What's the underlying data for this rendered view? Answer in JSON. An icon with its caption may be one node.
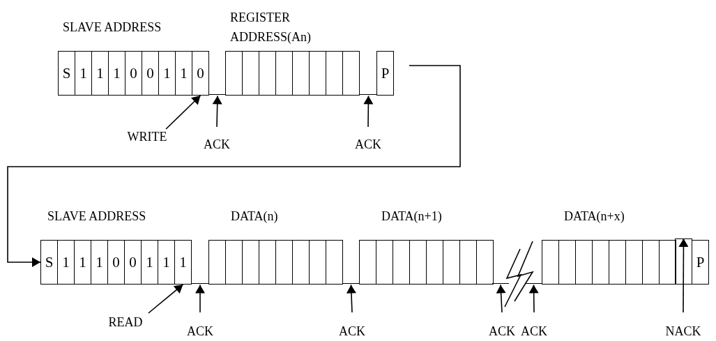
{
  "diagram": {
    "nodes": [
      {
        "text": [
          "S"
        ]
      },
      {
        "text": [
          "1"
        ]
      },
      {
        "text": [
          "1"
        ]
      },
      {
        "text": [
          "1"
        ]
      },
      {
        "text": [
          "0"
        ]
      },
      {
        "text": [
          "0"
        ]
      },
      {
        "text": [
          "1"
        ]
      },
      {
        "text": [
          "1"
        ]
      },
      {
        "text": [
          "0"
        ]
      },
      {
        "text": [],
        "shape": "box"
      },
      {
        "text": [],
        "shape": "box"
      },
      {
        "text": [],
        "shape": "box"
      },
      {
        "text": [],
        "shape": "box"
      },
      {
        "text": [],
        "shape": "box"
      },
      {
        "text": [],
        "shape": "box"
      },
      {
        "text": [],
        "shape": "box"
      },
      {
        "text": [],
        "shape": "box"
      },
      {
        "text": [
          "P"
        ]
      },
      {
        "text": [
          "WRITE"
        ]
      },
      {
        "text": [
          "ACK"
        ]
      },
      {
        "text": [
          "ACK"
        ]
      },
      {
        "text": [
          "S"
        ]
      },
      {
        "text": [
          "1"
        ]
      },
      {
        "text": [
          "1"
        ]
      },
      {
        "text": [
          "1"
        ]
      },
      {
        "text": [
          "0"
        ]
      },
      {
        "text": [
          "0"
        ]
      },
      {
        "text": [
          "1"
        ]
      },
      {
        "text": [
          "1"
        ]
      },
      {
        "text": [
          "1"
        ]
      },
      {
        "text": [],
        "shape": "box"
      },
      {
        "text": [],
        "shape": "box"
      },
      {
        "text": [],
        "shape": "box"
      },
      {
        "text": [],
        "shape": "box"
      },
      {
        "text": [],
        "shape": "box"
      },
      {
        "text": [],
        "shape": "box"
      },
      {
        "text": [],
        "shape": "box"
      },
      {
        "text": [],
        "shape": "box"
      },
      {
        "text": [],
        "shape": "box"
      },
      {
        "text": [],
        "shape": "box"
      },
      {
        "text": [],
        "shape": "box"
      },
      {
        "text": [],
        "shape": "box"
      },
      {
        "text": [],
        "shape": "box"
      },
      {
        "text": [],
        "shape": "box"
      },
      {
        "text": [],
        "shape": "box"
      },
      {
        "text": [],
        "shape": "box"
      },
      {
        "text": [],
        "shape": "box"
      },
      {
        "text": [],
        "shape": "box"
      },
      {
        "text": [],
        "shape": "box"
      },
      {
        "text": [],
        "shape": "box"
      },
      {
        "text": [],
        "shape": "box"
      },
      {
        "text": [],
        "shape": "box"
      },
      {
        "text": [],
        "shape": "box"
      },
      {
        "text": [],
        "shape": "box"
      },
      {
        "text": [],
        "shape": "box"
      },
      {
        "text": [
          "P"
        ]
      },
      {
        "text": [
          "READ"
        ]
      },
      {
        "text": [
          "ACK"
        ]
      },
      {
        "text": [
          "ACK"
        ]
      },
      {
        "text": [
          "ACK"
        ]
      },
      {
        "text": [
          "ACK"
        ]
      },
      {
        "text": [
          "NACK"
        ]
      },
      {
        "text": [],
        "shape": "bar"
      },
      {
        "text": [],
        "shape": "bar"
      },
      {
        "text": [],
        "shape": "bar"
      },
      {
        "text": [],
        "shape": "bar"
      },
      {
        "text": [],
        "shape": "bar"
      },
      {
        "text": [],
        "shape": "bar"
      }
    ],
    "edges": [
      {
        "from": 18,
        "to": 8,
        "arrow": "to"
      },
      {
        "from": 19,
        "to": 62,
        "arrow": "to"
      },
      {
        "from": 20,
        "to": 63,
        "arrow": "to"
      },
      {
        "from": null,
        "to": 21,
        "arrow": "to"
      },
      {
        "from": 56,
        "to": 29,
        "arrow": "to"
      },
      {
        "from": 57,
        "to": 64,
        "arrow": "to"
      },
      {
        "from": 58,
        "to": 65,
        "arrow": "to"
      },
      {
        "from": 59,
        "to": 66,
        "arrow": "to"
      },
      {
        "from": 60,
        "to": 67,
        "arrow": "to"
      },
      {
        "from": 61,
        "to": 54,
        "arrow": "to"
      }
    ],
    "labels": [
      "SLAVE ADDRESS",
      "REGISTER ADDRESS(An)",
      "SLAVE ADDRESS",
      "DATA(n)",
      "DATA(n+1)",
      "DATA(n+x)"
    ]
  }
}
